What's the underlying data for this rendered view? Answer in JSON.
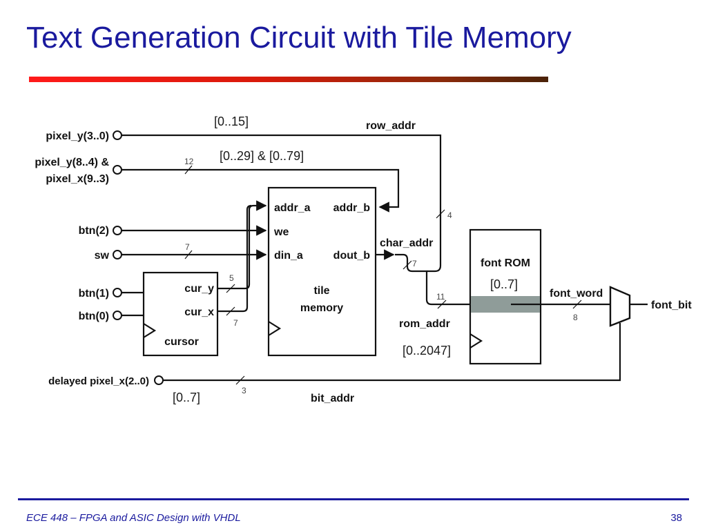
{
  "slide": {
    "title": "Text Generation Circuit with Tile Memory",
    "footer": "ECE 448 – FPGA and ASIC Design with VHDL",
    "page": "38"
  },
  "diagram": {
    "inputs": {
      "pixel_y_low": "pixel_y(3..0)",
      "pixel_y_high": "pixel_y(8..4) &",
      "pixel_x_high": "pixel_x(9..3)",
      "btn2": "btn(2)",
      "sw": "sw",
      "btn1": "btn(1)",
      "btn0": "btn(0)",
      "delayed_pixel_x": "delayed pixel_x(2..0)"
    },
    "tile_memory": {
      "port_addr_a": "addr_a",
      "port_we": "we",
      "port_din_a": "din_a",
      "port_addr_b": "addr_b",
      "port_dout_b": "dout_b",
      "name_line1": "tile",
      "name_line2": "memory"
    },
    "cursor": {
      "port_cur_y": "cur_y",
      "port_cur_x": "cur_x",
      "name": "cursor"
    },
    "font_rom": {
      "name": "font ROM"
    },
    "signals": {
      "row_addr": "row_addr",
      "char_addr": "char_addr",
      "rom_addr": "rom_addr",
      "font_word": "font_word",
      "font_bit": "font_bit",
      "bit_addr": "bit_addr"
    },
    "widths": {
      "w12": "12",
      "w4": "4",
      "w7_sw": "7",
      "w5": "5",
      "w7_curx": "7",
      "w7_char": "7",
      "w11": "11",
      "w8": "8",
      "w3": "3"
    },
    "ranges": {
      "row": "[0..15]",
      "tile_addr": "[0..29] & [0..79]",
      "font_row": "[0..7]",
      "rom": "[0..2047]",
      "bit": "[0..7]"
    }
  }
}
